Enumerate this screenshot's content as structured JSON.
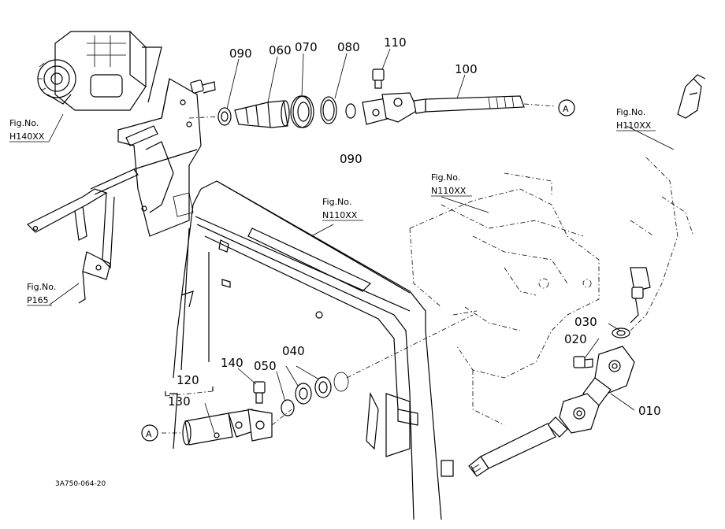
{
  "part_numbers": {
    "p010": "010",
    "p020": "020",
    "p030": "030",
    "p040": "040",
    "p050": "050",
    "p060": "060",
    "p070": "070",
    "p080": "080",
    "p090a": "090",
    "p090b": "090",
    "p100": "100",
    "p110": "110",
    "p120": "120",
    "p130": "130",
    "p140": "140"
  },
  "figure_refs": {
    "h140": {
      "line1": "Fig.No.",
      "line2": "H140XX"
    },
    "h110": {
      "line1": "Fig.No.",
      "line2": "H110XX"
    },
    "n110_left": {
      "line1": "Fig.No.",
      "line2": "N110XX"
    },
    "n110_right": {
      "line1": "Fig.No.",
      "line2": "N110XX"
    },
    "p165": {
      "line1": "Fig.No.",
      "line2": "P165"
    }
  },
  "connection_markers": {
    "top": "A",
    "bottom": "A"
  },
  "drawing_code": "3A750-064-20"
}
